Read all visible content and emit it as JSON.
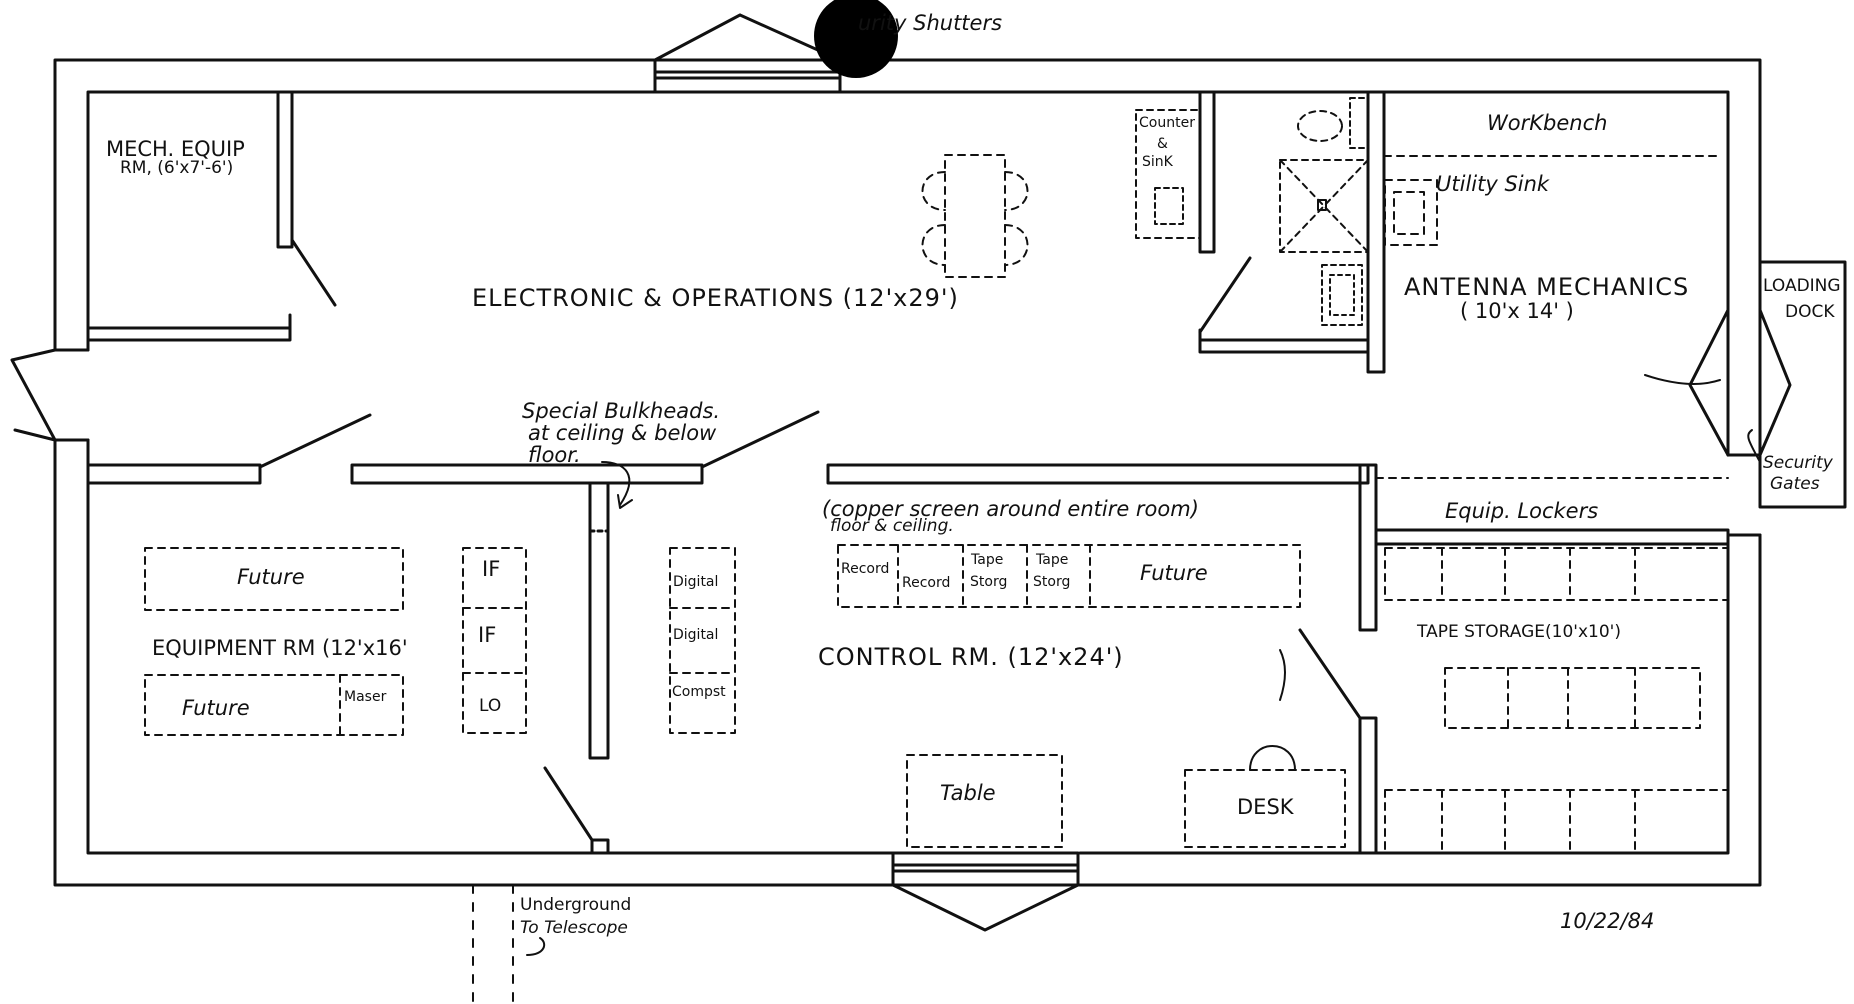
{
  "labels": {
    "security_shutters": "urity Shutters",
    "mech_equip": "MECH. EQUIP",
    "mech_equip_dims": "RM, (6'x7'-6')",
    "electronic_ops": "ELECTRONIC & OPERATIONS (12'x29')",
    "counter_sink_1": "Counter",
    "counter_sink_2": "&",
    "counter_sink_3": "SinK",
    "workbench": "WorKbench",
    "utility_sink": "Utility Sink",
    "antenna_mechanics": "ANTENNA MECHANICS",
    "antenna_mechanics_dims": "( 10'x 14' )",
    "loading_dock_1": "LOADING",
    "loading_dock_2": "DOCK",
    "security_gates_1": "Security",
    "security_gates_2": "Gates",
    "bulkheads_1": "Special Bulkheads.",
    "bulkheads_2": "at ceiling & below",
    "bulkheads_3": "floor.",
    "copper_screen_1": "(copper screen around entire room)",
    "copper_screen_2": "floor & ceiling.",
    "equip_lockers": "Equip. Lockers",
    "tape_storage": "TAPE STORAGE(10'x10')",
    "future_1": "Future",
    "future_2": "Future",
    "future_3": "Future",
    "equipment_rm": "EQUIPMENT RM (12'x16'",
    "maser": "Maser",
    "if_1": "IF",
    "if_2": "IF",
    "lo": "LO",
    "digital_1": "Digital",
    "digital_2": "Digital",
    "compst": "Compst",
    "record_1": "Record",
    "record_2": "Record",
    "tape_storg_1a": "Tape",
    "tape_storg_1b": "Storg",
    "tape_storg_2a": "Tape",
    "tape_storg_2b": "Storg",
    "control_rm": "CONTROL RM. (12'x24')",
    "table": "Table",
    "desk": "DESK",
    "underground_1": "Underground",
    "underground_2": "To Telescope",
    "date": "10/22/84"
  },
  "colors": {
    "ink": "#111111",
    "paper": "#ffffff"
  }
}
